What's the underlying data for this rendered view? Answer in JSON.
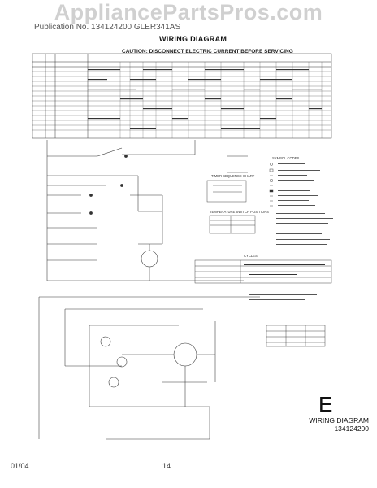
{
  "watermark": "AppliancePartsPros.com",
  "header": {
    "model": "Publication No. 134124200   GLER341AS",
    "title": "WIRING DIAGRAM"
  },
  "caution": "CAUTION: DISCONNECT ELECTRIC CURRENT BEFORE SERVICING",
  "symbol_legend_title": "SYMBOL CODES",
  "timer_sequence_title": "TIMER SEQUENCE CHART",
  "temperature_title": "TEMPERATURE SWITCH POSITIONS",
  "cycles_label": "CYCLES",
  "corner_letter": "E",
  "footer": {
    "diagram_label": "WIRING DIAGRAM",
    "diagram_number": "134124200",
    "date": "01/04",
    "page": "14"
  },
  "colors": {
    "line": "#333333",
    "watermark": "#969696"
  }
}
